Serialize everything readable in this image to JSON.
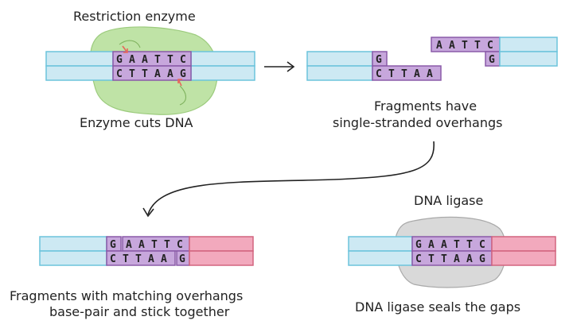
{
  "panel1": {
    "title": "Restriction enzyme",
    "caption": "Enzyme cuts DNA",
    "top": [
      "G",
      "A",
      "A",
      "T",
      "T",
      "C"
    ],
    "bottom": [
      "C",
      "T",
      "T",
      "A",
      "A",
      "G"
    ]
  },
  "panel2": {
    "caption_line1": "Fragments have",
    "caption_line2": "single-stranded overhangs",
    "left_top": [
      "G"
    ],
    "left_bottom": [
      "C",
      "T",
      "T",
      "A",
      "A"
    ],
    "right_top": [
      "A",
      "A",
      "T",
      "T",
      "C"
    ],
    "right_bottom": [
      "G"
    ]
  },
  "panel3": {
    "caption_line1": "Fragments with matching overhangs",
    "caption_line2": "base-pair and stick together",
    "top_left": [
      "G"
    ],
    "top_right": [
      "A",
      "A",
      "T",
      "T",
      "C"
    ],
    "bottom_left": [
      "C",
      "T",
      "T",
      "A",
      "A"
    ],
    "bottom_right": [
      "G"
    ]
  },
  "panel4": {
    "title": "DNA ligase",
    "caption": "DNA ligase seals the gaps",
    "top": [
      "G",
      "A",
      "A",
      "T",
      "T",
      "C"
    ],
    "bottom": [
      "C",
      "T",
      "T",
      "A",
      "A",
      "G"
    ]
  },
  "colors": {
    "strand_blue": "#cde9f3",
    "strand_pink": "#f2a9bd",
    "site_purple": "#c7a7dc",
    "enzyme_green": "#bfe3a6",
    "ligase_gray": "#d9d9d9",
    "cut_marker": "#e8665a"
  }
}
